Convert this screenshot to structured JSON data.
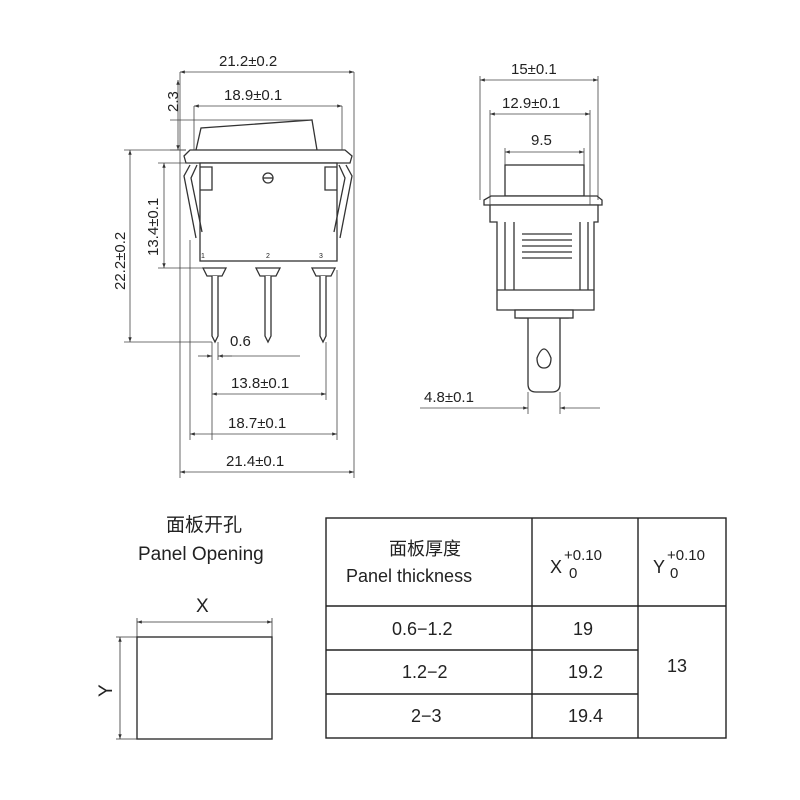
{
  "side_view": {
    "overall_width": "21.2±0.2",
    "body_width": "18.9±0.1",
    "rocker_height": "2.3",
    "total_height": "22.2±0.2",
    "body_height": "13.4±0.1",
    "pin_width": "0.6",
    "outer_pin_spacing": "13.8±0.1",
    "clip_width": "18.7±0.1",
    "base_width": "21.4±0.1",
    "pin_numbers": [
      "1",
      "2",
      "3"
    ]
  },
  "end_view": {
    "overall_width": "15±0.1",
    "body_width": "12.9±0.1",
    "rocker_width": "9.5",
    "terminal_width": "4.8±0.1"
  },
  "panel_opening": {
    "title_cn": "面板开孔",
    "title_en": "Panel Opening",
    "x_label": "X",
    "y_label": "Y"
  },
  "table": {
    "header_cn": "面板厚度",
    "header_en": "Panel thickness",
    "x_header": {
      "letter": "X",
      "upper": "+0.10",
      "lower": "0"
    },
    "y_header": {
      "letter": "Y",
      "upper": "+0.10",
      "lower": "0"
    },
    "rows": [
      {
        "thickness": "0.6−1.2",
        "x": "19"
      },
      {
        "thickness": "1.2−2",
        "x": "19.2"
      },
      {
        "thickness": "2−3",
        "x": "19.4"
      }
    ],
    "y_value": "13"
  }
}
